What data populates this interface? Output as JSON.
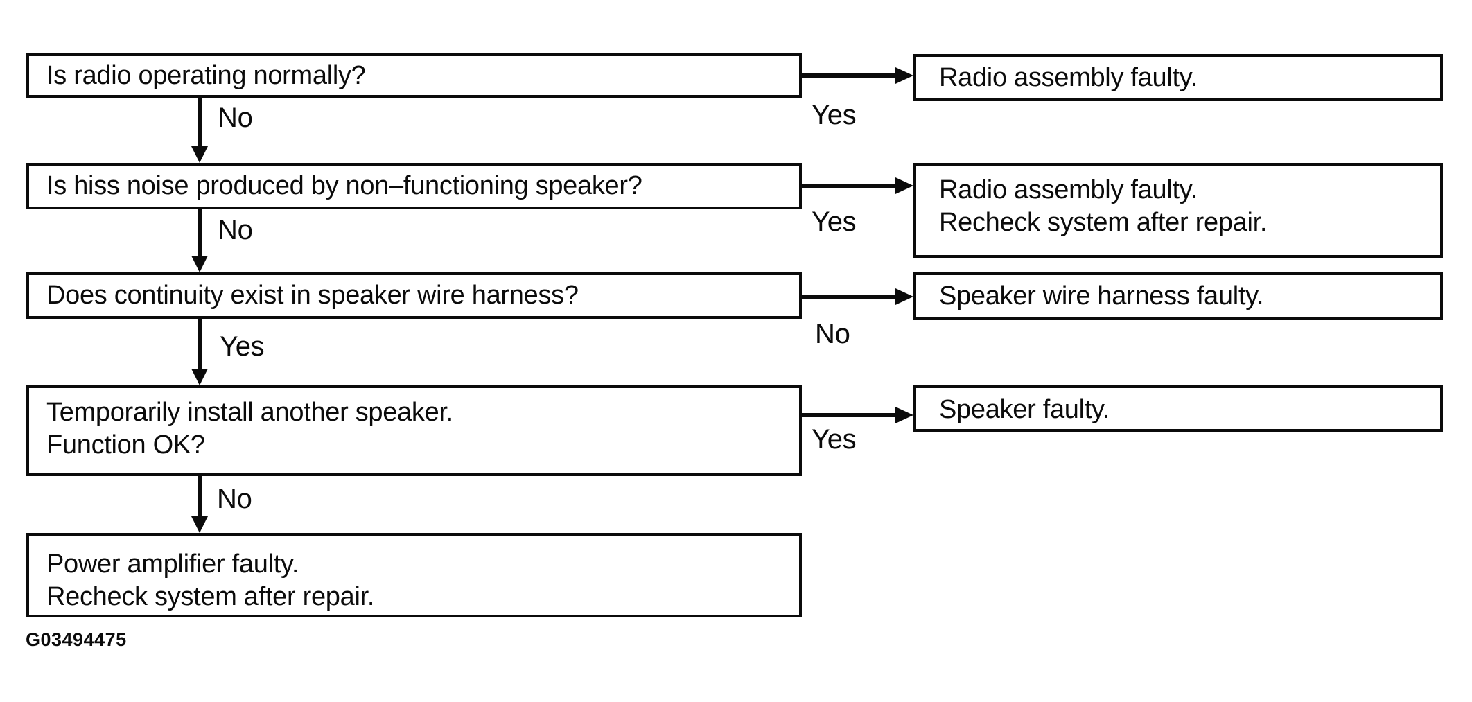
{
  "diagram": {
    "type": "troubleshooting-flowchart",
    "questions": {
      "q1": "Is radio operating normally?",
      "q2": "Is hiss noise produced by non–functioning speaker?",
      "q3": "Does continuity exist in speaker wire harness?",
      "q4_line1": "Temporarily install another speaker.",
      "q4_line2": "Function OK?"
    },
    "results": {
      "r1": "Radio assembly faulty.",
      "r2_line1": "Radio assembly faulty.",
      "r2_line2": "Recheck system after repair.",
      "r3": "Speaker wire harness faulty.",
      "r4": "Speaker faulty.",
      "end_line1": "Power amplifier faulty.",
      "end_line2": "Recheck system after repair."
    },
    "edge_labels": {
      "q1_yes": "Yes",
      "q1_no": "No",
      "q2_yes": "Yes",
      "q2_no": "No",
      "q3_no": "No",
      "q3_yes": "Yes",
      "q4_yes": "Yes",
      "q4_no": "No"
    },
    "figure_id": "G03494475",
    "colors": {
      "ink": "#0b0b0b",
      "background": "#ffffff"
    }
  }
}
